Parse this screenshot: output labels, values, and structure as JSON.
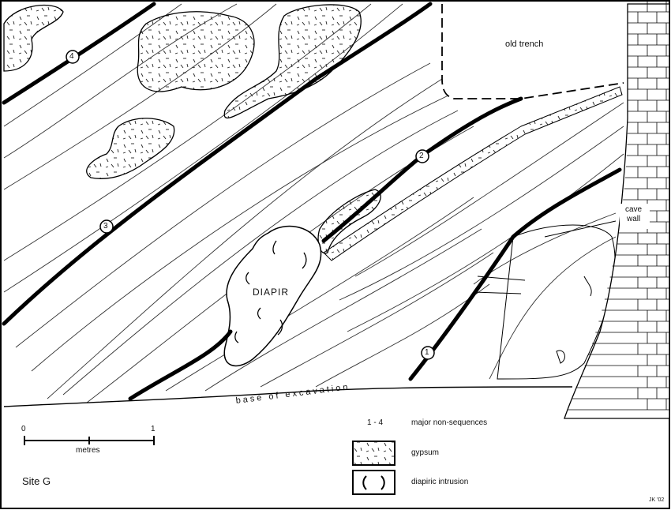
{
  "map_labels": {
    "old_trench": "old trench",
    "diapir": "DIAPIR",
    "cave_wall_line1": "cave",
    "cave_wall_line2": "wall",
    "base": "base of excavation"
  },
  "non_sequences": [
    "1",
    "2",
    "3",
    "4"
  ],
  "scale_bar": {
    "start": "0",
    "end": "1",
    "unit": "metres"
  },
  "site_title": "Site G",
  "legend": {
    "non_seq_key": "1 - 4",
    "non_seq_label": "major non-sequences",
    "gypsum_label": "gypsum",
    "diapir_label": "diapiric intrusion"
  },
  "credit": "JK '02"
}
